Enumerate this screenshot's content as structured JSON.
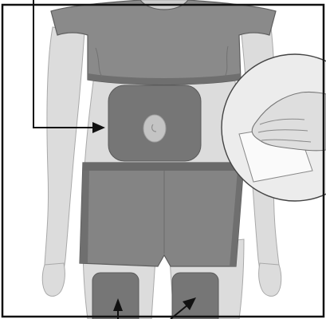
{
  "colors": {
    "background": "#ffffff",
    "frame": "#111111",
    "skin": "#dcdcdc",
    "skin_shade": "#bdbdbd",
    "shirt": "#8a8a8a",
    "shirt_shade": "#6f6f6f",
    "shorts": "#848484",
    "shorts_shade": "#6a6a6a",
    "site": "#767676",
    "navel": "#c4c4c4",
    "inset_fill": "#ececec",
    "gauze": "#fafafa",
    "pointer": "#111111"
  },
  "figure": {
    "subject": "standing-person-front-view",
    "highlighted_sites": [
      "abdomen",
      "left-thigh",
      "right-thigh"
    ],
    "inset": "hand-wiping-skin-with-gauze-pad",
    "pointers": [
      "abdomen-pointer",
      "left-thigh-pointer",
      "right-thigh-pointer"
    ]
  }
}
